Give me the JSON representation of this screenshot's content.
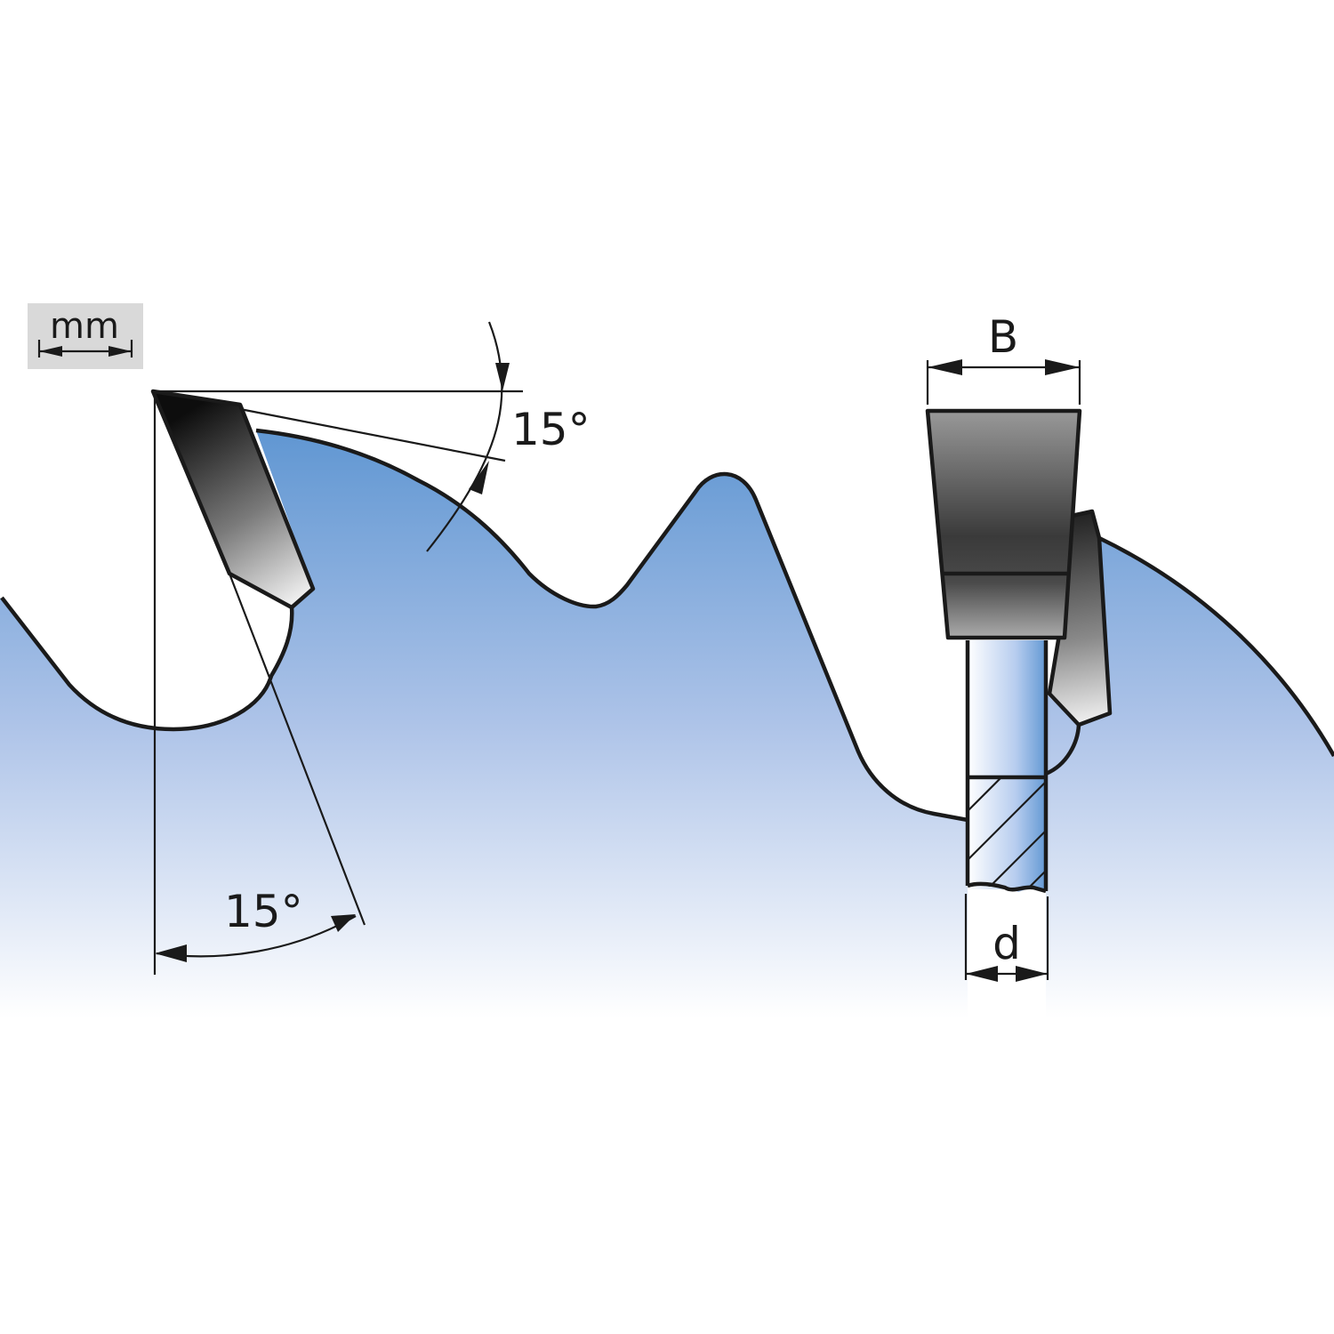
{
  "unit_badge": {
    "label": "mm"
  },
  "angles": {
    "hook_angle": "15°",
    "clearance_angle": "15°"
  },
  "dimensions": {
    "kerf_width": "B",
    "plate_thickness": "d"
  },
  "colors": {
    "blade_top": "#5f96d2",
    "blade_bottom": "#ffffff",
    "outline": "#1a1a1a",
    "badge_bg": "#d9d9d9",
    "carbide_dark": "#111111",
    "carbide_light": "#e6e6e6"
  }
}
